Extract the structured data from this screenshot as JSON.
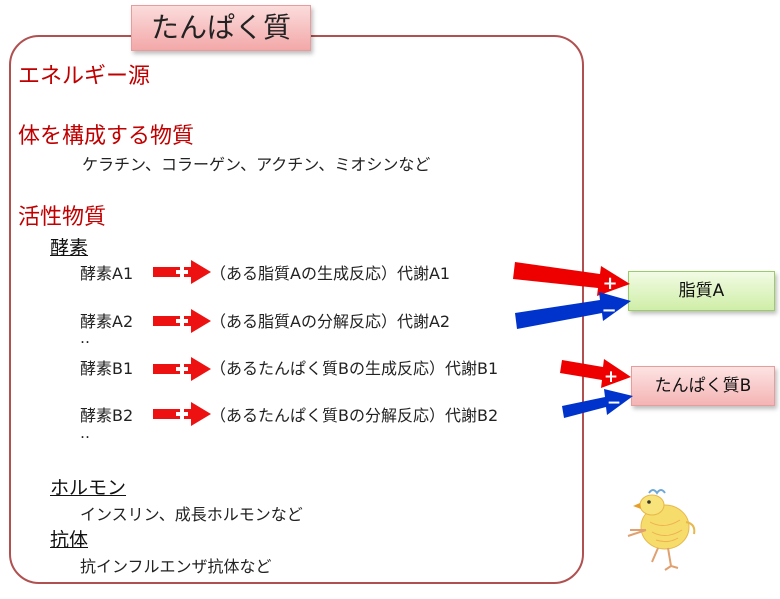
{
  "title": "たんぱく質",
  "sections": {
    "energy": "エネルギー源",
    "structure": {
      "heading": "体を構成する物質",
      "examples": "ケラチン、コラーゲン、アクチン、ミオシンなど"
    },
    "active": {
      "heading": "活性物質",
      "enzyme_heading": "酵素",
      "enzymes": [
        {
          "name": "酵素A1",
          "reaction": "（ある脂質Aの生成反応）代謝A1"
        },
        {
          "name": "酵素A2",
          "reaction": "（ある脂質Aの分解反応）代謝A2"
        },
        {
          "name": "酵素B1",
          "reaction": "（あるたんぱく質Bの生成反応）代謝B1"
        },
        {
          "name": "酵素B2",
          "reaction": "（あるたんぱく質Bの分解反応）代謝B2"
        }
      ],
      "dots1": "‥",
      "dots2": "‥",
      "hormone_heading": "ホルモン",
      "hormone_examples": "インスリン、成長ホルモンなど",
      "antibody_heading": "抗体",
      "antibody_examples": "抗インフルエンザ抗体など"
    }
  },
  "targets": {
    "lipid": "脂質A",
    "protein": "たんぱく質B"
  },
  "signs": {
    "plus": "+",
    "minus": "−"
  },
  "colors": {
    "red": "#ee0000",
    "blue": "#0033cc",
    "heading_red": "#c00000"
  }
}
